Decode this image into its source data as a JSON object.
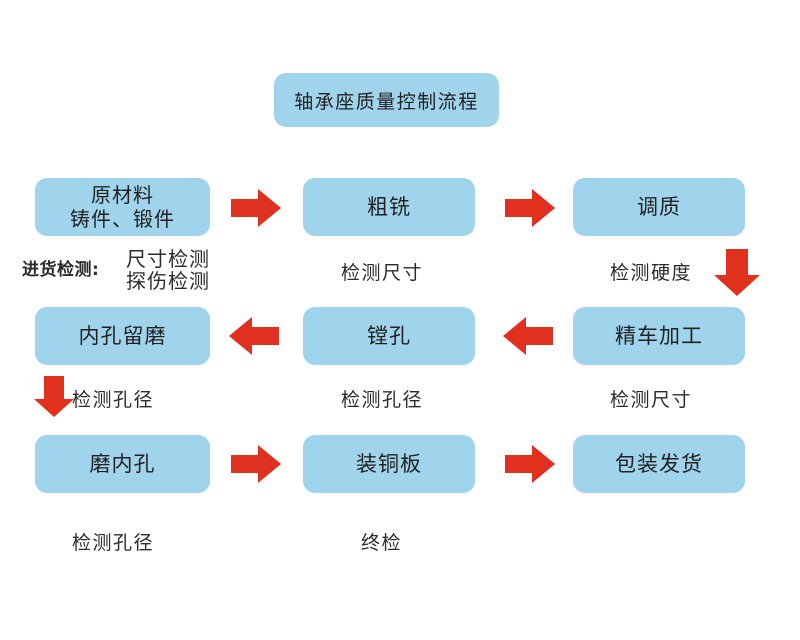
{
  "diagram": {
    "title": "轴承座质量控制流程",
    "colors": {
      "box_fill": "#9fd4ec",
      "arrow_red": "#e0301e",
      "text": "#221f1f",
      "background": "#ffffff"
    },
    "rows": [
      {
        "id": "row-1",
        "boxes": [
          {
            "id": "raw-material",
            "line1": "原材料",
            "line2": "铸件、锻件"
          },
          {
            "id": "rough-milling",
            "line1": "粗铣"
          },
          {
            "id": "quench-temper",
            "line1": "调质"
          }
        ],
        "arrows": [
          {
            "id": "arrow-raw-to-rough",
            "direction": "right"
          },
          {
            "id": "arrow-rough-to-temper",
            "direction": "right"
          },
          {
            "id": "arrow-temper-down",
            "direction": "down"
          }
        ],
        "captions": [
          {
            "id": "incoming-inspection-label",
            "text": "进货检测:"
          },
          {
            "id": "incoming-inspection-items-line1",
            "text": "尺寸检测"
          },
          {
            "id": "incoming-inspection-items-line2",
            "text": "探伤检测"
          },
          {
            "id": "caption-rough-milling",
            "text": "检测尺寸"
          },
          {
            "id": "caption-quench-temper",
            "text": "检测硬度"
          }
        ]
      },
      {
        "id": "row-2",
        "boxes": [
          {
            "id": "bore-reserve-grinding",
            "line1": "内孔留磨"
          },
          {
            "id": "boring",
            "line1": "镗孔"
          },
          {
            "id": "finish-turning",
            "line1": "精车加工"
          }
        ],
        "arrows": [
          {
            "id": "arrow-boring-to-reserve",
            "direction": "left"
          },
          {
            "id": "arrow-turning-to-boring",
            "direction": "left"
          },
          {
            "id": "arrow-reserve-down",
            "direction": "down"
          }
        ],
        "captions": [
          {
            "id": "caption-bore-reserve",
            "text": "检测孔径"
          },
          {
            "id": "caption-boring",
            "text": "检测孔径"
          },
          {
            "id": "caption-finish-turning",
            "text": "检测尺寸"
          }
        ]
      },
      {
        "id": "row-3",
        "boxes": [
          {
            "id": "grind-bore",
            "line1": "磨内孔"
          },
          {
            "id": "install-copper-plate",
            "line1": "装铜板"
          },
          {
            "id": "packing-shipping",
            "line1": "包装发货"
          }
        ],
        "arrows": [
          {
            "id": "arrow-grind-to-copper",
            "direction": "right"
          },
          {
            "id": "arrow-copper-to-packing",
            "direction": "right"
          }
        ],
        "captions": [
          {
            "id": "caption-grind-bore",
            "text": "检测孔径"
          },
          {
            "id": "caption-install-copper",
            "text": "终检"
          }
        ]
      }
    ]
  }
}
